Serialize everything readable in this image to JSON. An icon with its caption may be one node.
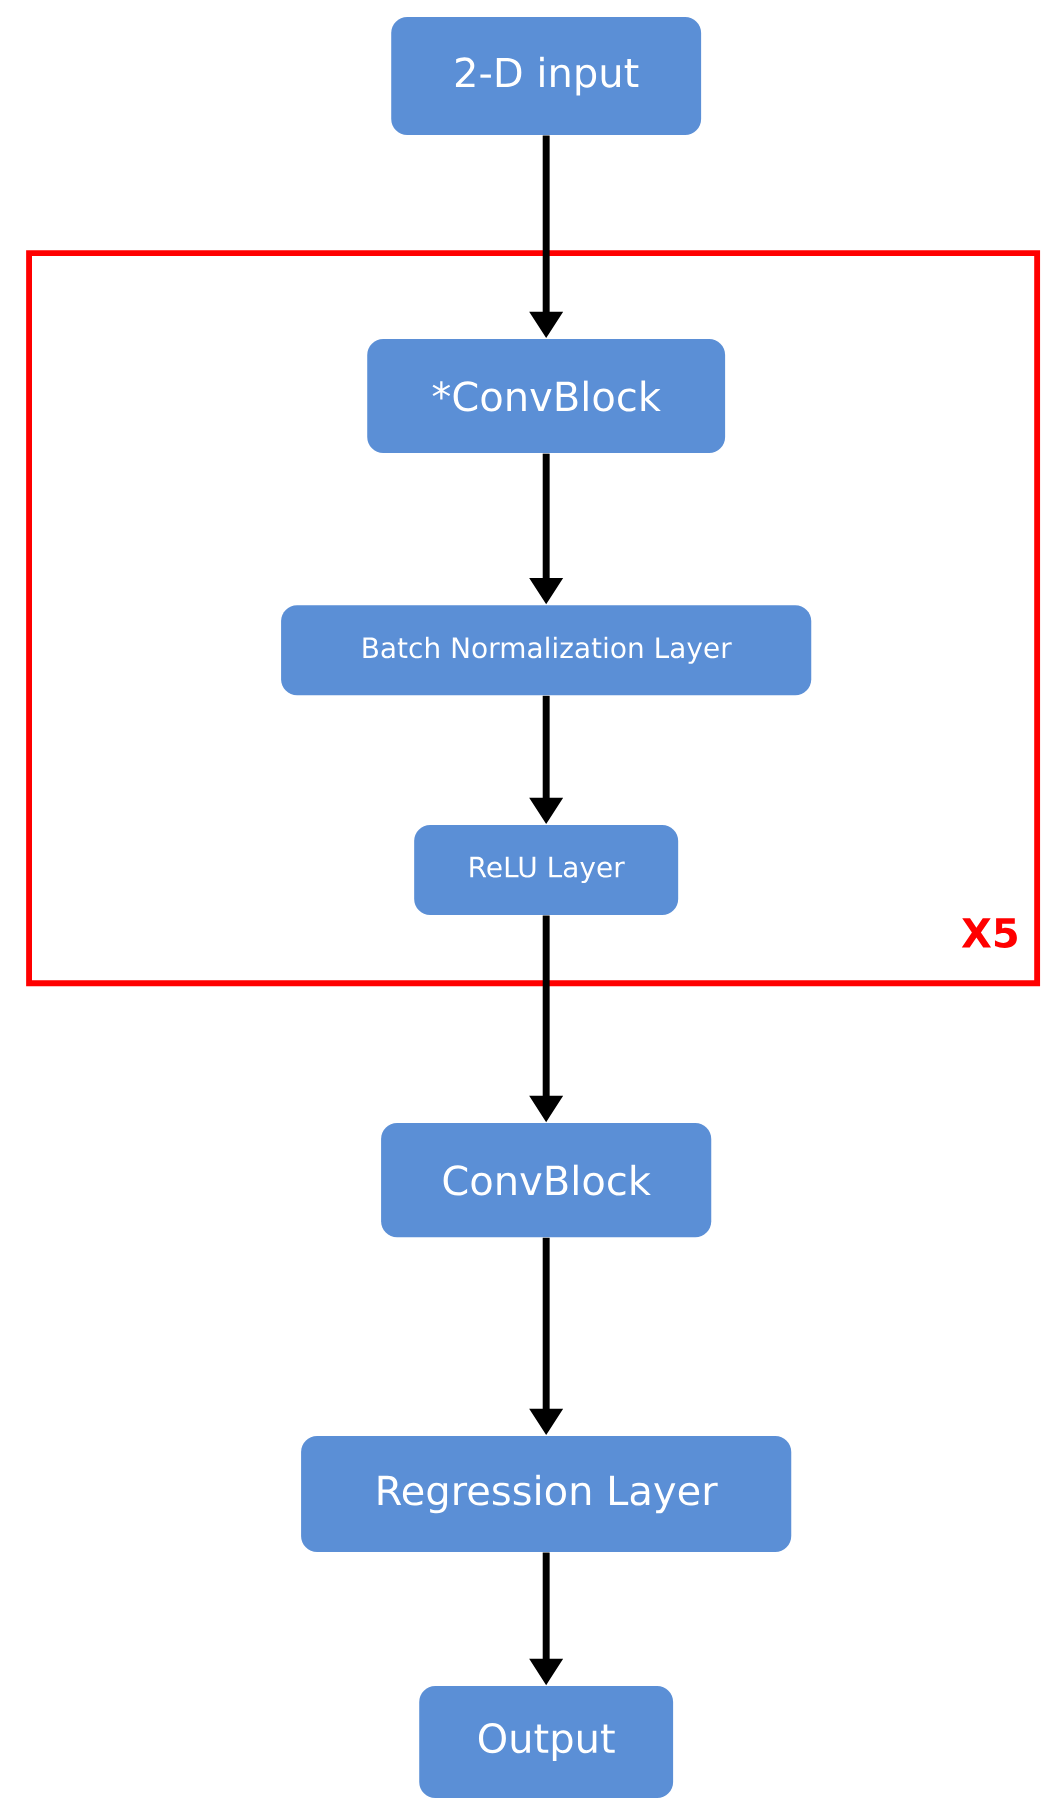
{
  "diagram": {
    "nodes": [
      {
        "text": [
          "2-D input"
        ]
      },
      {
        "text": [
          "X5"
        ]
      },
      {
        "text": [
          "*ConvBlock"
        ],
        "in": 1
      },
      {
        "text": [
          "Batch Normalization Layer"
        ],
        "in": 1
      },
      {
        "text": [
          "ReLU Layer"
        ],
        "in": 1
      },
      {
        "text": [
          "ConvBlock"
        ]
      },
      {
        "text": [
          "Regression Layer"
        ]
      },
      {
        "text": [
          "Output"
        ]
      }
    ],
    "edges": [
      {
        "from": 0,
        "to": 2,
        "arrow": "to"
      },
      {
        "from": 2,
        "to": 3,
        "arrow": "to"
      },
      {
        "from": 3,
        "to": 4,
        "arrow": "to"
      },
      {
        "from": 4,
        "to": 5,
        "arrow": "to"
      },
      {
        "from": 5,
        "to": 6,
        "arrow": "to"
      },
      {
        "from": 6,
        "to": 7,
        "arrow": "to"
      }
    ]
  }
}
